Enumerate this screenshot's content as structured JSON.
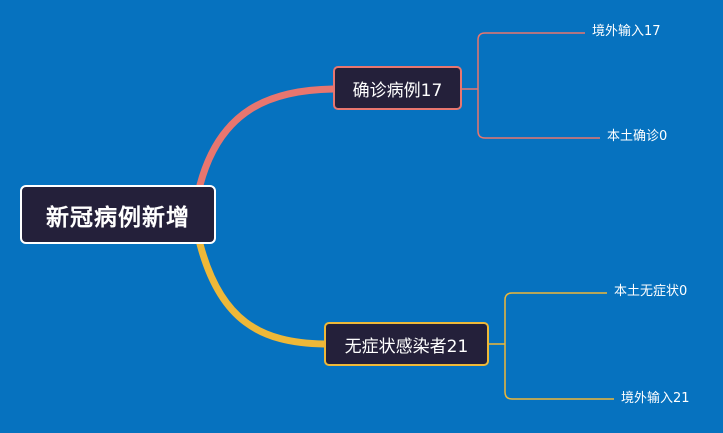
{
  "root": {
    "label": "新冠病例新增"
  },
  "branches": [
    {
      "label": "确诊病例17",
      "color": "#e8766f",
      "leaves": [
        {
          "label": "境外输入17"
        },
        {
          "label": "本土确诊0"
        }
      ]
    },
    {
      "label": "无症状感染者21",
      "color": "#eeb838",
      "leaves": [
        {
          "label": "本土无症状0"
        },
        {
          "label": "境外输入21"
        }
      ]
    }
  ],
  "colors": {
    "background": "#0672bf",
    "node_fill": "#24203a",
    "root_border": "#ffffff"
  }
}
